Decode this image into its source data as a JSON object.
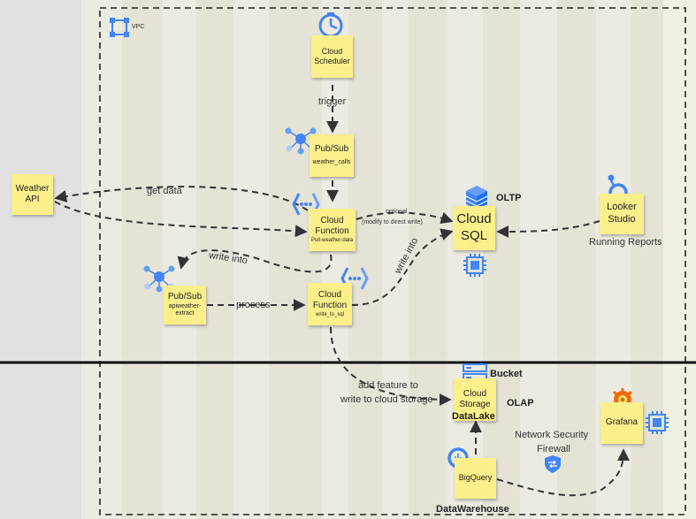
{
  "vpc_label": "VPC",
  "notes": {
    "scheduler": [
      "Cloud",
      "Scheduler"
    ],
    "pubsub1": [
      "Pub/Sub",
      "weather_calls"
    ],
    "function1": [
      "Cloud",
      "Function",
      "Pull-weather-data"
    ],
    "weather_api": [
      "Weather",
      "API"
    ],
    "pubsub2": [
      "Pub/Sub",
      "apiweather-",
      "extract"
    ],
    "function2": [
      "Cloud",
      "Function",
      "write_to_sql"
    ],
    "cloudsql": [
      "Cloud",
      "SQL"
    ],
    "looker": [
      "Looker",
      "Studio"
    ],
    "storage": [
      "Cloud",
      "Storage"
    ],
    "bigquery": [
      "BigQuery"
    ],
    "grafana": [
      "Grafana"
    ]
  },
  "labels": {
    "trigger": "trigger",
    "get_data": "get data",
    "optional_line1": "optional",
    "optional_line2": "(modify to direct write)",
    "oltp": "OLTP",
    "running_reports": "Running Reports",
    "write_into_left": "write into",
    "write_into_right": "write into",
    "process": "process",
    "add_feature_line1": "add feature to",
    "add_feature_line2": "write to cloud storage",
    "bucket": "Bucket",
    "olap": "OLAP",
    "datalake": "DataLake",
    "network_security_line1": "Network Security",
    "network_security_line2": "Firewall",
    "datawarehouse": "DataWarehouse"
  },
  "icons": [
    "vpc-icon",
    "scheduler-icon",
    "pubsub-icon",
    "function-icon",
    "cloudsql-icon",
    "chip-icon",
    "looker-icon",
    "storage-icon",
    "bigquery-icon",
    "grafana-icon",
    "firewall-icon"
  ],
  "colors": {
    "sticky": "#fbef8b",
    "gcp_blue": "#4285f4",
    "arrow": "#333333",
    "stripe_a": "#efeee2",
    "stripe_b": "#e6e5d6"
  }
}
